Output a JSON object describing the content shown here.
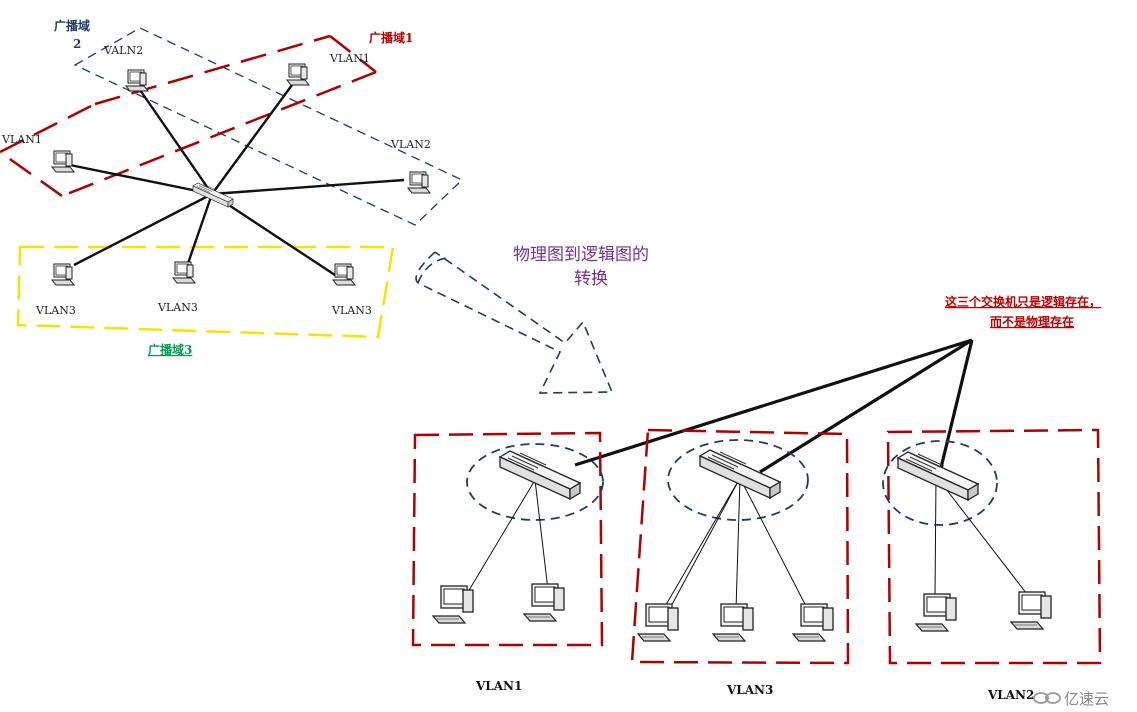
{
  "physical": {
    "domain2_title": "广播域",
    "domain2_num": "2",
    "domain1_title": "广播域1",
    "domain3_title": "广播域3",
    "pc_labels": {
      "top_left": "VALN2",
      "top_right": "VLAN1",
      "left": "VLAN1",
      "right": "VLAN2",
      "bottom_left": "VLAN3",
      "bottom_mid": "VLAN3",
      "bottom_right": "VLAN3"
    }
  },
  "transition": {
    "line1": "物理图到逻辑图的",
    "line2": "转换"
  },
  "note": {
    "line1": "这三个交换机只是逻辑存在，",
    "line2": "而不是物理存在"
  },
  "logical": {
    "vlan1_label": "VLAN1",
    "vlan3_label": "VLAN3",
    "vlan2_label": "VLAN2"
  },
  "watermark": {
    "text": "亿速云"
  },
  "colors": {
    "red_dash": "#b00000",
    "blue_dash": "#1f3a6e",
    "yellow_dash": "#f5e400",
    "purple_text": "#7030a0",
    "green_text": "#00a050"
  }
}
